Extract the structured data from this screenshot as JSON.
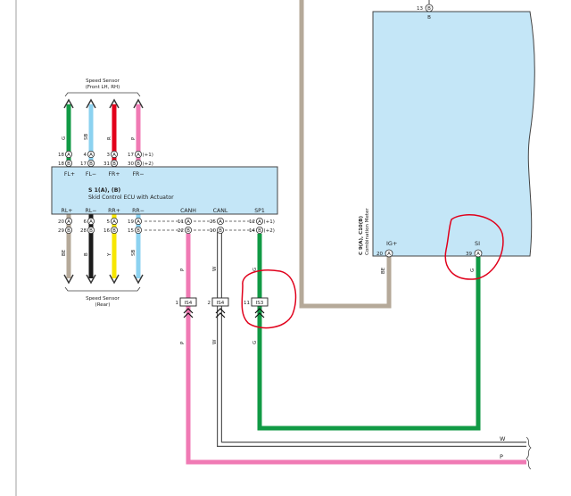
{
  "colors": {
    "G": "#119a45",
    "SB": "#8cd2f0",
    "R": "#e2001a",
    "P": "#f07ab4",
    "BE": "#b5a999",
    "B": "#1a1a1a",
    "Y": "#f7e600",
    "W": "#ffffff",
    "ecu_fill": "#c4e6f7",
    "highlight": "#e0001b"
  },
  "speed_sensor_front": {
    "line1": "Speed Sensor",
    "line2": "(Front LH,  RH)"
  },
  "speed_sensor_rear": {
    "line1": "Speed Sensor",
    "line2": "(Rear)"
  },
  "ecu": {
    "title": "S 1(A), (B)",
    "subtitle": "Skid Control ECU with Actuator",
    "top_labels": [
      "FL+",
      "FL−",
      "FR+",
      "FR−"
    ],
    "bottom_labels": [
      "RL+",
      "RL−",
      "RR+",
      "RR−",
      "CANH",
      "CANL",
      "SP1"
    ]
  },
  "front_wires": [
    {
      "color_code": "G",
      "pin_a": "18",
      "pin_b": "18"
    },
    {
      "color_code": "SB",
      "pin_a": "4",
      "pin_b": "17"
    },
    {
      "color_code": "R",
      "pin_a": "3",
      "pin_b": "31"
    },
    {
      "color_code": "P",
      "pin_a": "17",
      "pin_b": "30"
    }
  ],
  "rear_wires": [
    {
      "color_code": "BE",
      "pin_a": "20",
      "pin_b": "29"
    },
    {
      "color_code": "B",
      "pin_a": "6",
      "pin_b": "28"
    },
    {
      "color_code": "Y",
      "pin_a": "5",
      "pin_b": "16"
    },
    {
      "color_code": "SB",
      "pin_a": "19",
      "pin_b": "15"
    }
  ],
  "can_pins": [
    {
      "pin_a": "11",
      "pin_b": "22"
    },
    {
      "pin_a": "25",
      "pin_b": "10"
    },
    {
      "pin_a": "12",
      "pin_b": "14"
    }
  ],
  "pin_suffix_a": "(+1)",
  "pin_suffix_b": "(+2)",
  "connector_letters": [
    "A",
    "B"
  ],
  "wire_codes": {
    "canh": "P",
    "canl": "W",
    "sp1": "G",
    "ig": "BE",
    "si": "G",
    "top": "B"
  },
  "splices": [
    {
      "pin": "1",
      "name": "IS4"
    },
    {
      "pin": "2",
      "name": "IS4"
    },
    {
      "pin": "11",
      "name": "IS3"
    }
  ],
  "meter": {
    "name_line1": "C 9(A), C10(B)",
    "name_line2": "Combination Meter",
    "top_pin": "13",
    "ig_label": "IG+",
    "ig_pin": "20",
    "si_label": "SI",
    "si_pin": "39"
  },
  "right_labels": {
    "w": "W",
    "p": "P"
  }
}
